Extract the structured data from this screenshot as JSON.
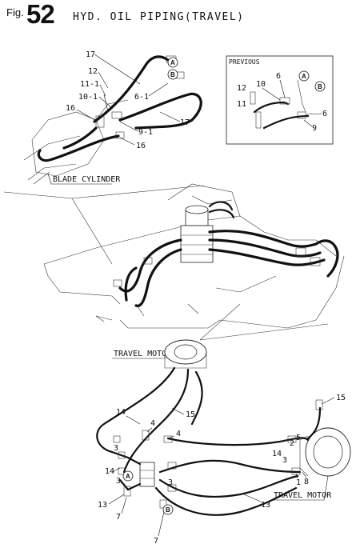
{
  "figure": {
    "prefix": "Fig.",
    "number": "52",
    "title": "HYD. OIL PIPING(TRAVEL)"
  },
  "previous_box": {
    "title": "PREVIOUS",
    "labels": [
      "12",
      "10",
      "11",
      "6",
      "6",
      "9"
    ],
    "circles": [
      "A",
      "B"
    ]
  },
  "top_detail": {
    "labels": [
      "17",
      "12",
      "11-1",
      "10-1",
      "16",
      "6-1",
      "9-1",
      "17",
      "16"
    ],
    "circles": [
      "A",
      "B"
    ]
  },
  "callouts": {
    "blade_cylinder": "BLADE CYLINDER",
    "travel_motor_top": "TRAVEL MOTOR",
    "travel_motor_right": "TRAVEL MOTOR"
  },
  "bottom_detail": {
    "labels": [
      "15",
      "14",
      "15",
      "4",
      "4",
      "3",
      "3",
      "14",
      "3",
      "13",
      "7",
      "2",
      "5",
      "14",
      "3",
      "1",
      "8",
      "13",
      "7"
    ],
    "circles": [
      "A",
      "B"
    ]
  }
}
